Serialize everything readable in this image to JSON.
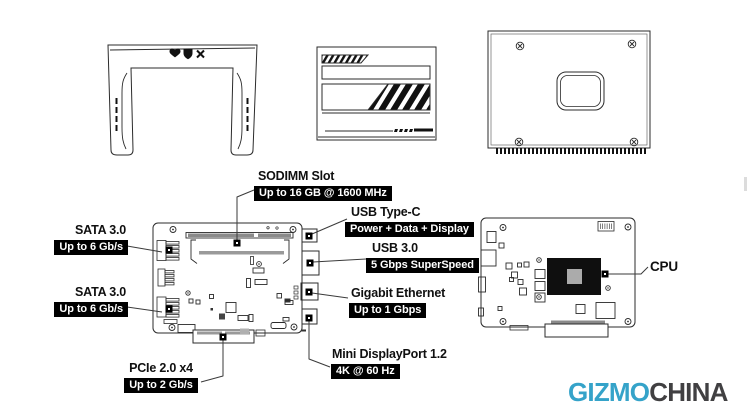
{
  "page": {
    "background": "#ffffff"
  },
  "top_row": {
    "bracket_icons": [
      "heart-icon",
      "shield-icon",
      "x-icon"
    ]
  },
  "diagram": {
    "callouts": {
      "sodimm": {
        "title": "SODIMM Slot",
        "badge": "Up to 16 GB @ 1600 MHz"
      },
      "sata_top": {
        "title": "SATA 3.0",
        "badge": "Up to 6 Gb/s"
      },
      "sata_bottom": {
        "title": "SATA 3.0",
        "badge": "Up to 6 Gb/s"
      },
      "usb_c": {
        "title": "USB Type-C",
        "badge": "Power + Data + Display"
      },
      "usb_3": {
        "title": "USB 3.0",
        "badge": "5 Gbps SuperSpeed"
      },
      "ethernet": {
        "title": "Gigabit Ethernet",
        "badge": "Up to 1 Gbps"
      },
      "mini_dp": {
        "title": "Mini DisplayPort 1.2",
        "badge": "4K @ 60 Hz"
      },
      "pcie": {
        "title": "PCIe 2.0 x4",
        "badge": "Up to 2 Gb/s"
      },
      "cpu": {
        "title": "CPU"
      }
    },
    "colors": {
      "badge_bg": "#000000",
      "badge_text": "#ffffff",
      "line": "#3a3a3a"
    }
  },
  "brand": {
    "logo": {
      "part1": "GIZMO",
      "part2": "CHINA",
      "part1_color": "#35a3c9",
      "part2_color": "#414042"
    }
  }
}
